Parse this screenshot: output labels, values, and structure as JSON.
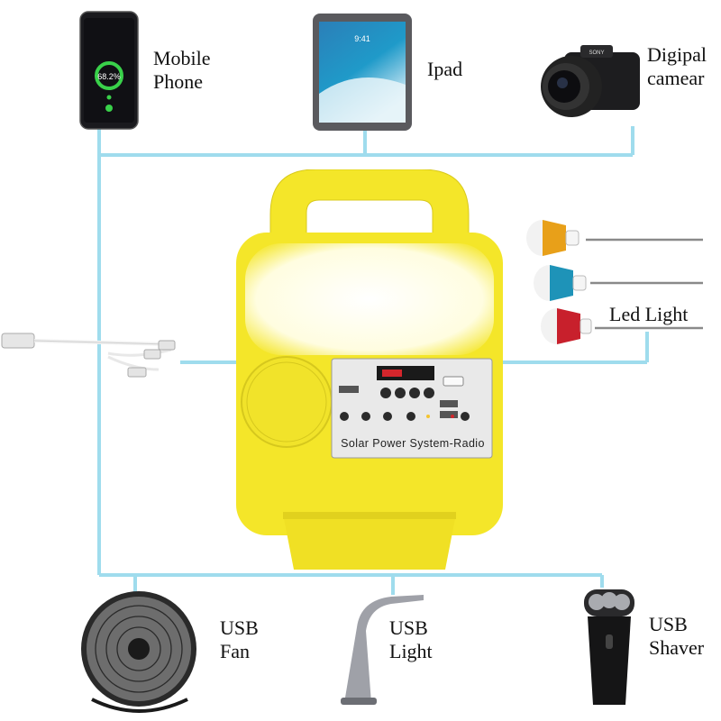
{
  "colors": {
    "wire": "#9fdced",
    "device_yellow": "#f4e629",
    "led_orange": "#e8a019",
    "led_blue": "#1e93b8",
    "led_red": "#c8202c"
  },
  "devices": {
    "phone": {
      "label": "Mobile\nPhone",
      "screen_text": "68.2%",
      "icon": "smartphone-icon"
    },
    "ipad": {
      "label": "Ipad",
      "screen_text": "9:41",
      "icon": "tablet-icon"
    },
    "camera": {
      "label": "Digipal\ncamear",
      "brand_text": "SONY",
      "icon": "camera-icon"
    },
    "led": {
      "label": "Led Light",
      "icon": "bulb-icon"
    },
    "fan": {
      "label": "USB\nFan",
      "icon": "fan-icon"
    },
    "lamp": {
      "label": "USB\nLight",
      "icon": "desk-lamp-icon"
    },
    "shaver": {
      "label": "USB\nShaver",
      "icon": "shaver-icon"
    },
    "cable": {
      "icon": "usb-cable-icon"
    }
  },
  "center_device": {
    "panel_text": "Solar  Power  System-Radio",
    "icon": "solar-radio-icon"
  }
}
